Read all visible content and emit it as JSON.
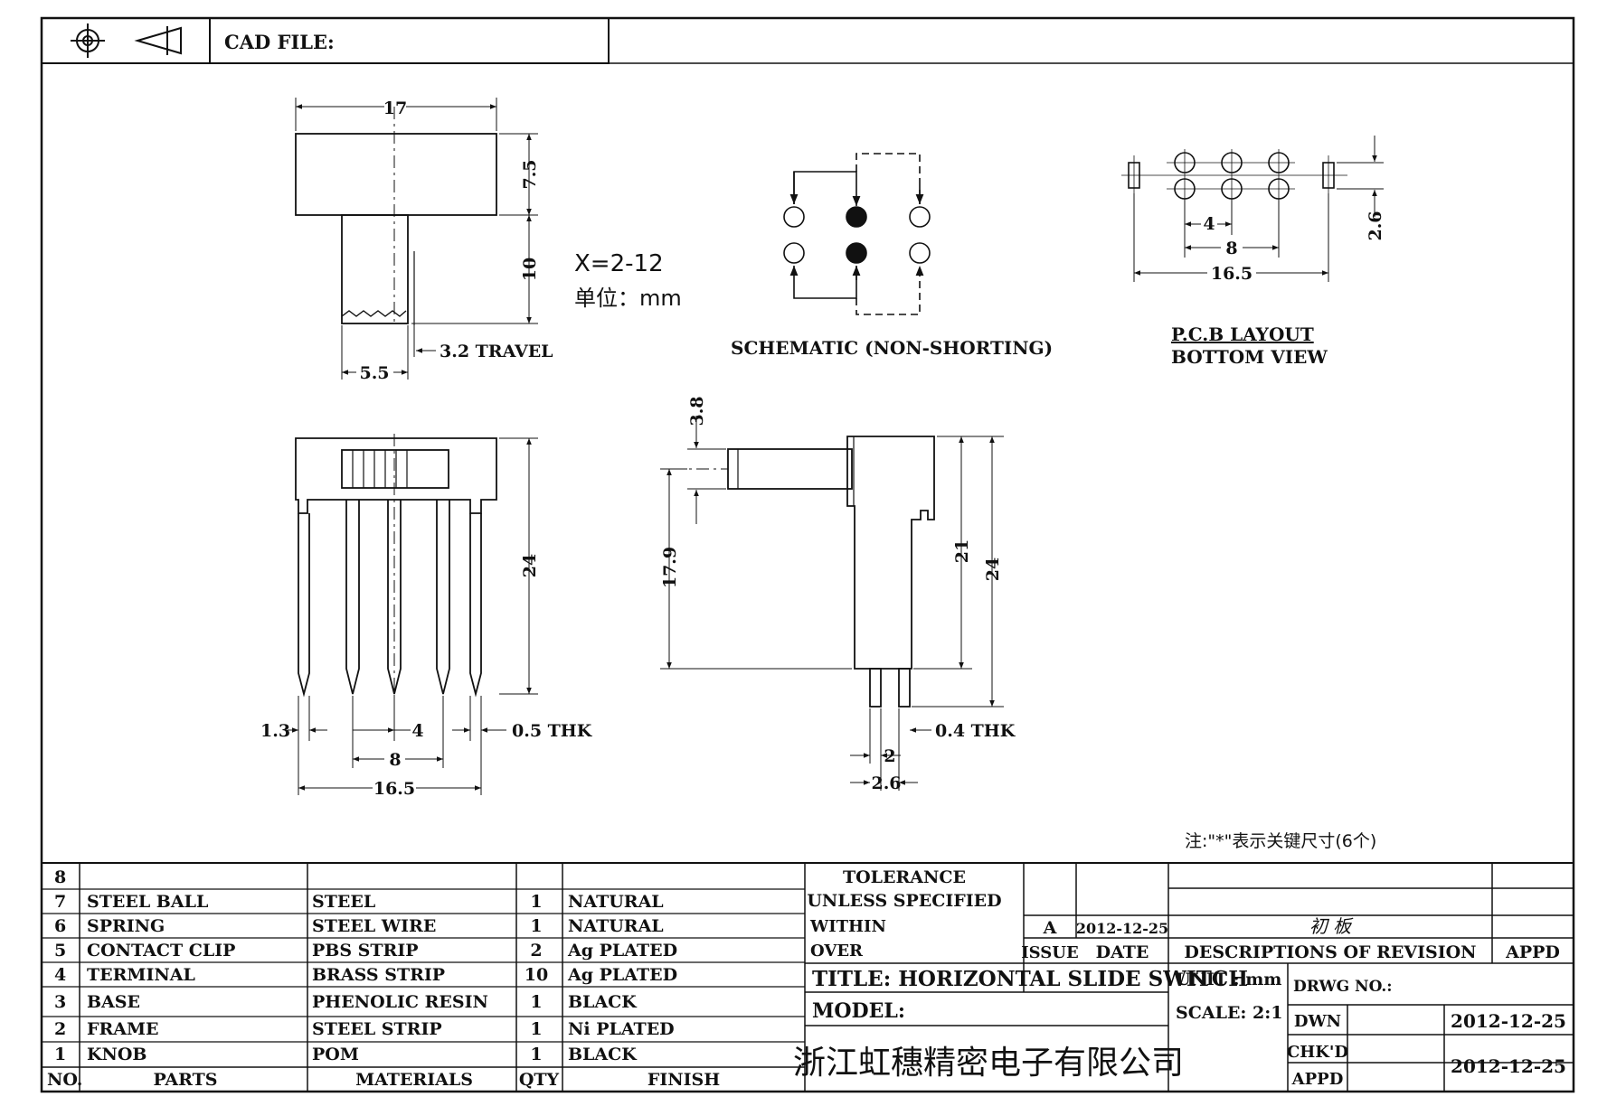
{
  "header": {
    "cad_file_label": "CAD FILE:",
    "projection_icon": "third-angle-projection-icon"
  },
  "top_view": {
    "dims": {
      "width": "17",
      "height": "7.5",
      "knob_len": "10",
      "knob_w": "5.5",
      "travel": "3.2 TRAVEL"
    }
  },
  "notes": {
    "x_range": "X=2-12",
    "unit": "单位：mm",
    "key_dims": "注:\"*\"表示关键尺寸(6个)"
  },
  "schematic": {
    "caption": "SCHEMATIC (NON-SHORTING)"
  },
  "pcb": {
    "caption_line1": "P.C.B LAYOUT",
    "caption_line2": "BOTTOM VIEW",
    "dims": {
      "pitch": "4",
      "span": "8",
      "overall": "16.5",
      "row": "2.6"
    }
  },
  "front_view": {
    "dims": {
      "height": "24",
      "side": "1.3",
      "pitch": "4",
      "span": "8",
      "overall": "16.5",
      "thk": "0.5 THK"
    }
  },
  "side_view": {
    "dims": {
      "knob_h": "3.8",
      "knob_pos": "17.9",
      "body": "21",
      "overall": "24",
      "thk": "0.4 THK",
      "pin": "2",
      "pin_span": "2.6"
    }
  },
  "bom": {
    "empty_row_no": "8",
    "headers": {
      "no": "NO.",
      "parts": "PARTS",
      "materials": "MATERIALS",
      "qty": "QTY",
      "finish": "FINISH"
    },
    "rows": [
      {
        "no": "7",
        "part": "STEEL BALL",
        "material": "STEEL",
        "qty": "1",
        "finish": "NATURAL"
      },
      {
        "no": "6",
        "part": "SPRING",
        "material": "STEEL WIRE",
        "qty": "1",
        "finish": "NATURAL"
      },
      {
        "no": "5",
        "part": "CONTACT CLIP",
        "material": "PBS STRIP",
        "qty": "2",
        "finish": "Ag PLATED"
      },
      {
        "no": "4",
        "part": "TERMINAL",
        "material": "BRASS STRIP",
        "qty": "10",
        "finish": "Ag PLATED"
      },
      {
        "no": "3",
        "part": "BASE",
        "material": "PHENOLIC RESIN",
        "qty": "1",
        "finish": "BLACK"
      },
      {
        "no": "2",
        "part": "FRAME",
        "material": "STEEL STRIP",
        "qty": "1",
        "finish": "Ni PLATED"
      },
      {
        "no": "1",
        "part": "KNOB",
        "material": "POM",
        "qty": "1",
        "finish": "BLACK"
      }
    ]
  },
  "title_block": {
    "tolerance": "TOLERANCE",
    "unless": "UNLESS SPECIFIED",
    "within": "WITHIN",
    "over": "OVER",
    "issue_value": "A",
    "issue_date": "2012-12-25",
    "issue_label": "ISSUE",
    "date_label": "DATE",
    "revision_text": "初 板",
    "descriptions_label": "DESCRIPTIONS OF REVISION",
    "appd_label": "APPD",
    "title": "TITLE: HORIZONTAL SLIDE SWITCH",
    "model": "MODEL:",
    "unit": "UNIT : mm",
    "scale": "SCALE: 2:1",
    "drwg_no": "DRWG NO.:",
    "dwn": "DWN",
    "chkd": "CHK'D",
    "appd": "APPD",
    "dwn_date": "2012-12-25",
    "appd_date": "2012-12-25",
    "company": "浙江虹穗精密电子有限公司"
  }
}
